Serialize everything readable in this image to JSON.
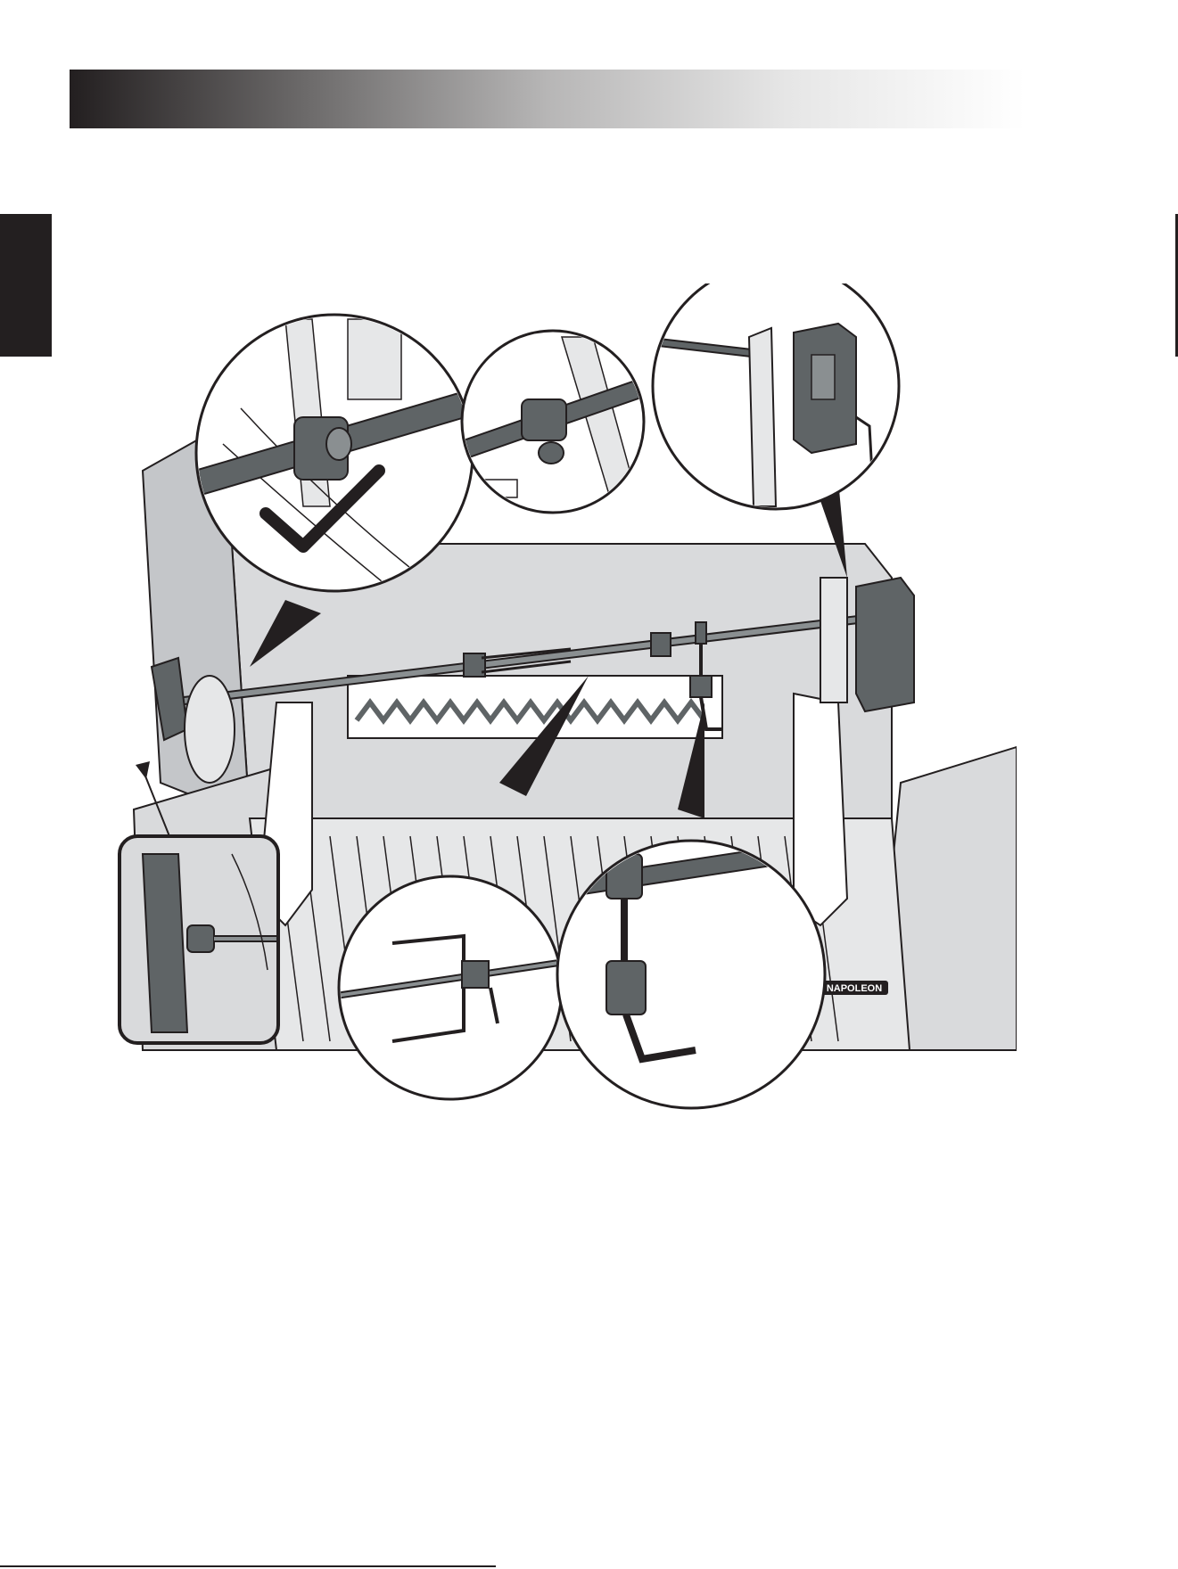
{
  "page": {
    "section_tab": "",
    "brand_logo_text": "NAPOLEON"
  },
  "illustration": {
    "callouts": [
      {
        "id": "spit-rod-in-bracket",
        "icon": "checkmark-icon"
      },
      {
        "id": "wing-nut-detail"
      },
      {
        "id": "rotisserie-motor-detail"
      },
      {
        "id": "meat-fork-detail"
      },
      {
        "id": "counterbalance-detail"
      },
      {
        "id": "handle-detail"
      }
    ]
  },
  "colors": {
    "ink": "#231f20",
    "part_dark": "#5f6466",
    "part_mid": "#8a8f91",
    "grill_light": "#d9dadc",
    "grill_mid": "#c4c6c9",
    "paper": "#ffffff"
  }
}
